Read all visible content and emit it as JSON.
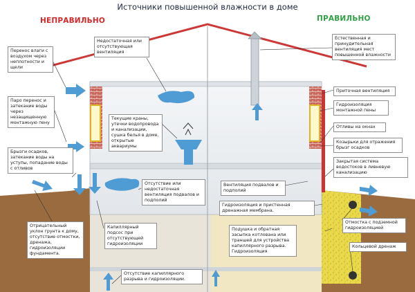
{
  "title": "Источники повышенной влажности  в доме",
  "wrong_heading": "НЕПРАВИЛЬНО",
  "right_heading": "ПРАВИЛЬНО",
  "wrong_labels": {
    "air_transfer": "Перенос влаги с воздухом через неплотности и щели",
    "vapor_transfer": "Паро перенос и затекание воды через незащищенную монтажную пену",
    "splashes": "Брызги осадков, затекание воды на уступы, попадание воды с отливов",
    "insufficient_vent": "Недостаточная или отсутствующая вентиляция",
    "leaks": "Текущие краны, утечки водопровода и канализации, сушка белья в доме, открытые аквариумы",
    "basement_vent": "Отсутствие или недостаточная вентиляция подвалов и подполий",
    "capillary": "Капиллярный подсос при отсутствующей гидроизоляции",
    "slope": "Отрицательный уклон грунта к дому, отсутствие отмостки, дренажа, гидроизоляции фундамента.",
    "no_break": "Отсутствие капиллярного разрыва и гидроизоляции."
  },
  "right_labels": {
    "natural_vent": "Естественная и принудительная вентиляция мест повышенной влажности",
    "supply_vent": "Приточная вентиляция",
    "foam_seal": "Гидроизоляция монтажной пены",
    "sills": "Отливы на окнах",
    "visors": "Козырьки для отражения брызг осадков",
    "drain_system": "Закрытая система водостоков в ливневую канализацию",
    "basement_vent": "Вентиляция подвалов и подполий",
    "membrane": "Гидроизоляция и пристенная дренажная мембрана.",
    "cushion": "Подушка и обратная засыпка котлована или траншей для устройства капиллярного разрыва. Гидроизоляция",
    "blind_area": "Отмостка с подземной гидроизоляцией",
    "ring_drain": "Кольцевой дренаж"
  },
  "colors": {
    "roof": "#cc3838",
    "ground": "#9a6b3e",
    "gravel": "#e8d84a",
    "water": "#4f9bd4",
    "brick": "#c9675d",
    "heading_wrong": "#d52727",
    "heading_right": "#2fa043"
  },
  "icons": [
    "roof-icon",
    "chimney-vent-pipe-icon",
    "water-cloud-icon",
    "sink-icon",
    "arrow-icon",
    "drain-pipe-icon"
  ]
}
